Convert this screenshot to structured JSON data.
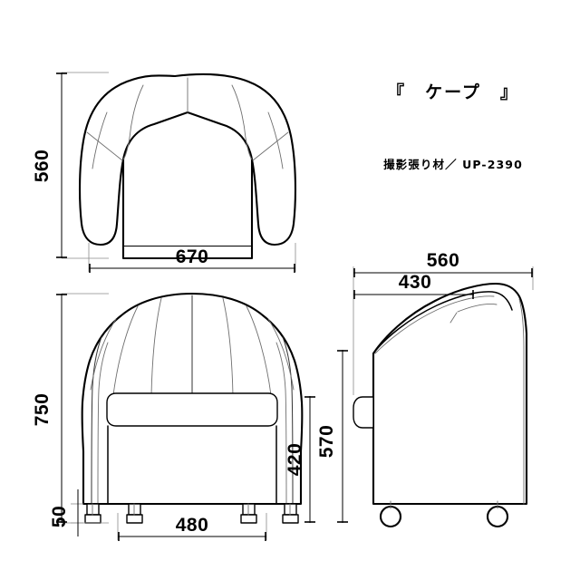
{
  "sheet": {
    "background_color": "#ffffff",
    "line_color": "#000000",
    "seam_color": "#6f6f6f"
  },
  "title": {
    "text": "『　ケープ　』"
  },
  "material_code": {
    "text": "撮影張り材／ UP-2390"
  },
  "views": {
    "top": {
      "name": "top-view",
      "dimensions": {
        "depth_label": "560",
        "width_label": "670"
      }
    },
    "front": {
      "name": "front-view",
      "dimensions": {
        "overall_height_label": "750",
        "seat_height_label": "420",
        "caster_height_label": "50",
        "inner_width_label": "480"
      }
    },
    "side": {
      "name": "side-view",
      "dimensions": {
        "overall_depth_label": "560",
        "seat_depth_label": "430",
        "seat_back_height_label": "570"
      }
    }
  },
  "dimension_values": {
    "d560_top": "560",
    "d670": "670",
    "d750": "750",
    "d420": "420",
    "d50": "50",
    "d480": "480",
    "d560_side": "560",
    "d430": "430",
    "d570": "570"
  }
}
